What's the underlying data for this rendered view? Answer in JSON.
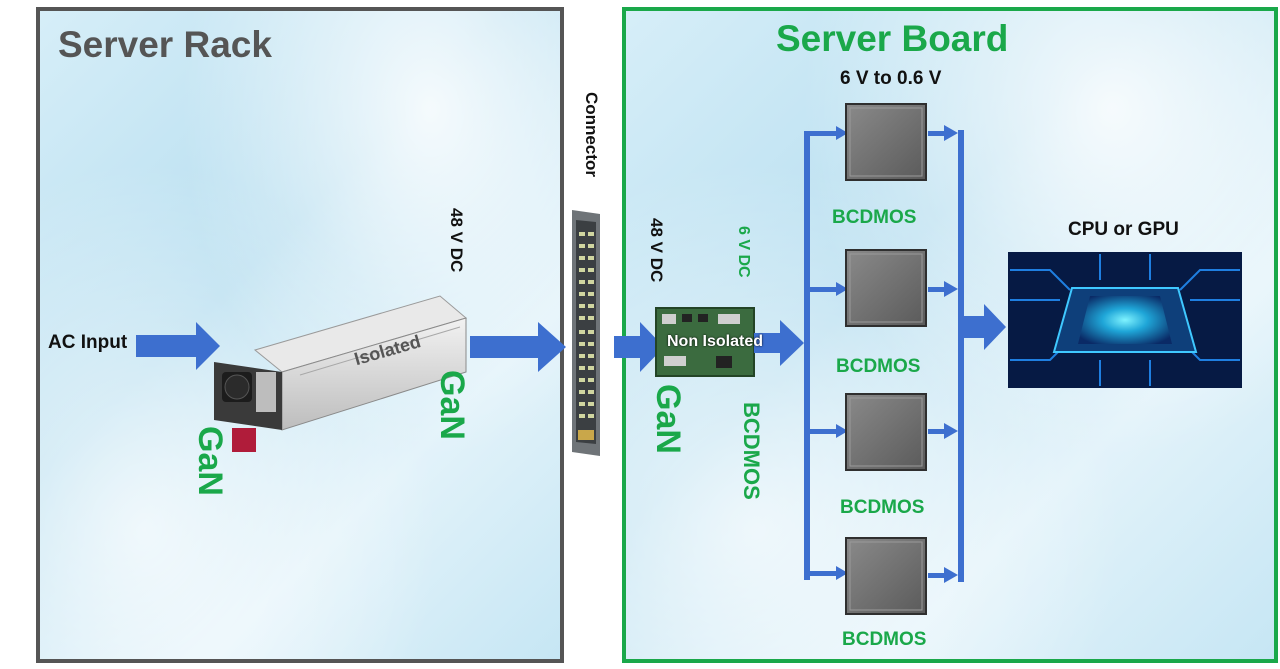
{
  "titles": {
    "rack": "Server Rack",
    "board": "Server Board"
  },
  "labels": {
    "ac_input": "AC Input",
    "dc48_rack": "48 V DC",
    "connector": "Connector",
    "dc48_board": "48 V DC",
    "dc6": "6 V DC",
    "v6_to_06": "6 V to 0.6 V",
    "cpu_gpu": "CPU or GPU",
    "isolated": "Isolated",
    "non_isolated": "Non Isolated",
    "gan_psu": "GaN",
    "gan_rack": "GaN",
    "gan_board": "GaN",
    "bcdmos_vertical": "BCDMOS",
    "bcdmos_1": "BCDMOS",
    "bcdmos_2": "BCDMOS",
    "bcdmos_3": "BCDMOS",
    "bcdmos_4": "BCDMOS"
  },
  "colors": {
    "arrow": "#3d6fcf",
    "green": "#1aa84a",
    "rack_border": "#555555",
    "chip": "#6e6e6e"
  },
  "icons": {
    "psu": "power-supply-unit",
    "switch": "network-connector-switch",
    "converter": "dc-dc-converter-module",
    "chip": "regulator-chip",
    "processor": "cpu-chip-image"
  }
}
